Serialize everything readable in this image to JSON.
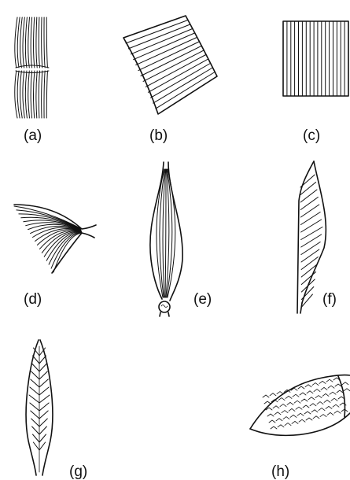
{
  "panels": [
    {
      "id": "a",
      "label": "(a)"
    },
    {
      "id": "b",
      "label": "(b)"
    },
    {
      "id": "c",
      "label": "(c)"
    },
    {
      "id": "d",
      "label": "(d)"
    },
    {
      "id": "e",
      "label": "(e)"
    },
    {
      "id": "f",
      "label": "(f)"
    },
    {
      "id": "g",
      "label": "(g)"
    },
    {
      "id": "h",
      "label": "(h)"
    }
  ]
}
